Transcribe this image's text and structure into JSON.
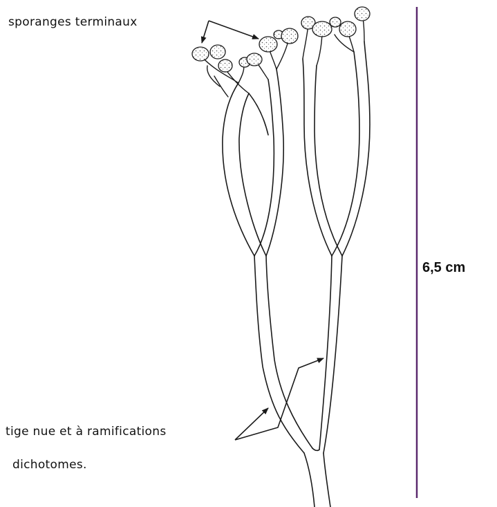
{
  "labels": {
    "sporanges": "sporanges terminaux",
    "tige_line1": "tige nue et à ramifications",
    "tige_line2": "dichotomes.",
    "scale": "6,5 cm"
  },
  "colors": {
    "scale_bar": "#5b2a6e",
    "ink": "#1a1a1a",
    "sporangium_fill": "#d9d9d9",
    "background": "#ffffff"
  }
}
